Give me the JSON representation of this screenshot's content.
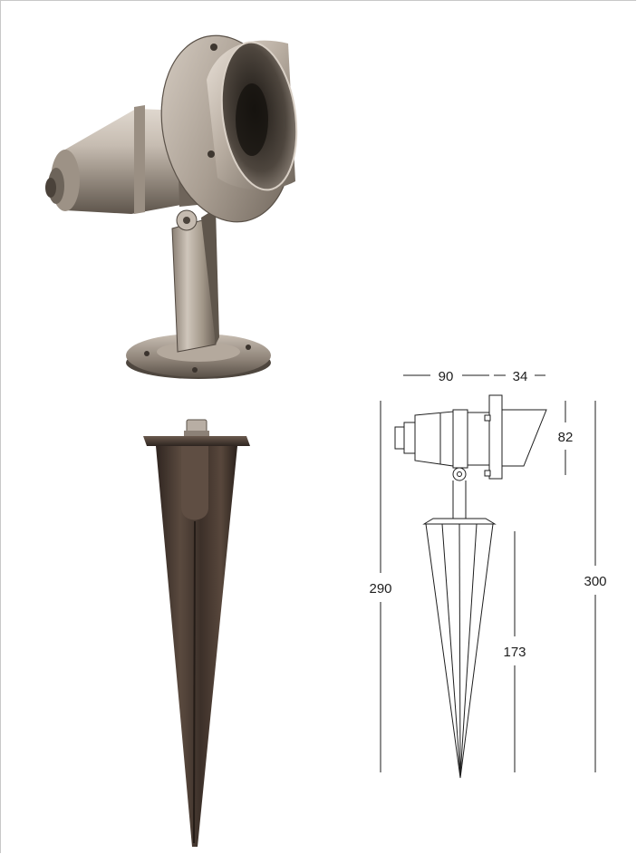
{
  "dimensions": {
    "width_top": "90",
    "hood_depth": "34",
    "head_height": "82",
    "height_left": "290",
    "spike_length": "173",
    "height_overall": "300"
  },
  "colors": {
    "steel_light": "#cfc5ba",
    "steel_mid": "#a59a8e",
    "steel_dark": "#5b5249",
    "spike_bronze": "#4a3c33",
    "line": "#1e1e1e"
  }
}
